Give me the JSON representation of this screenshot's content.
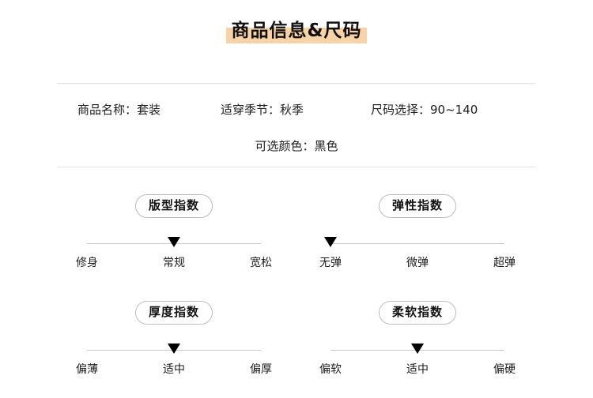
{
  "header": {
    "title": "商品信息&尺码",
    "highlight_color": "#f8d3a8"
  },
  "info": {
    "row1": [
      "商品名称：套装",
      "适穿季节：秋季",
      "尺码选择：90~140"
    ],
    "row2": [
      "可选颜色：黑色"
    ]
  },
  "indices": [
    {
      "name": "版型指数",
      "labels": [
        "修身",
        "常规",
        "宽松"
      ],
      "selected_index": 1,
      "selected_label": "常规"
    },
    {
      "name": "弹性指数",
      "labels": [
        "无弹",
        "微弹",
        "超弹"
      ],
      "selected_index": 0,
      "selected_label": "无弹"
    },
    {
      "name": "厚度指数",
      "labels": [
        "偏薄",
        "适中",
        "偏厚"
      ],
      "selected_index": 1,
      "selected_label": "适中"
    },
    {
      "name": "柔软指数",
      "labels": [
        "偏软",
        "适中",
        "偏硬"
      ],
      "selected_index": 1,
      "selected_label": "适中"
    }
  ]
}
